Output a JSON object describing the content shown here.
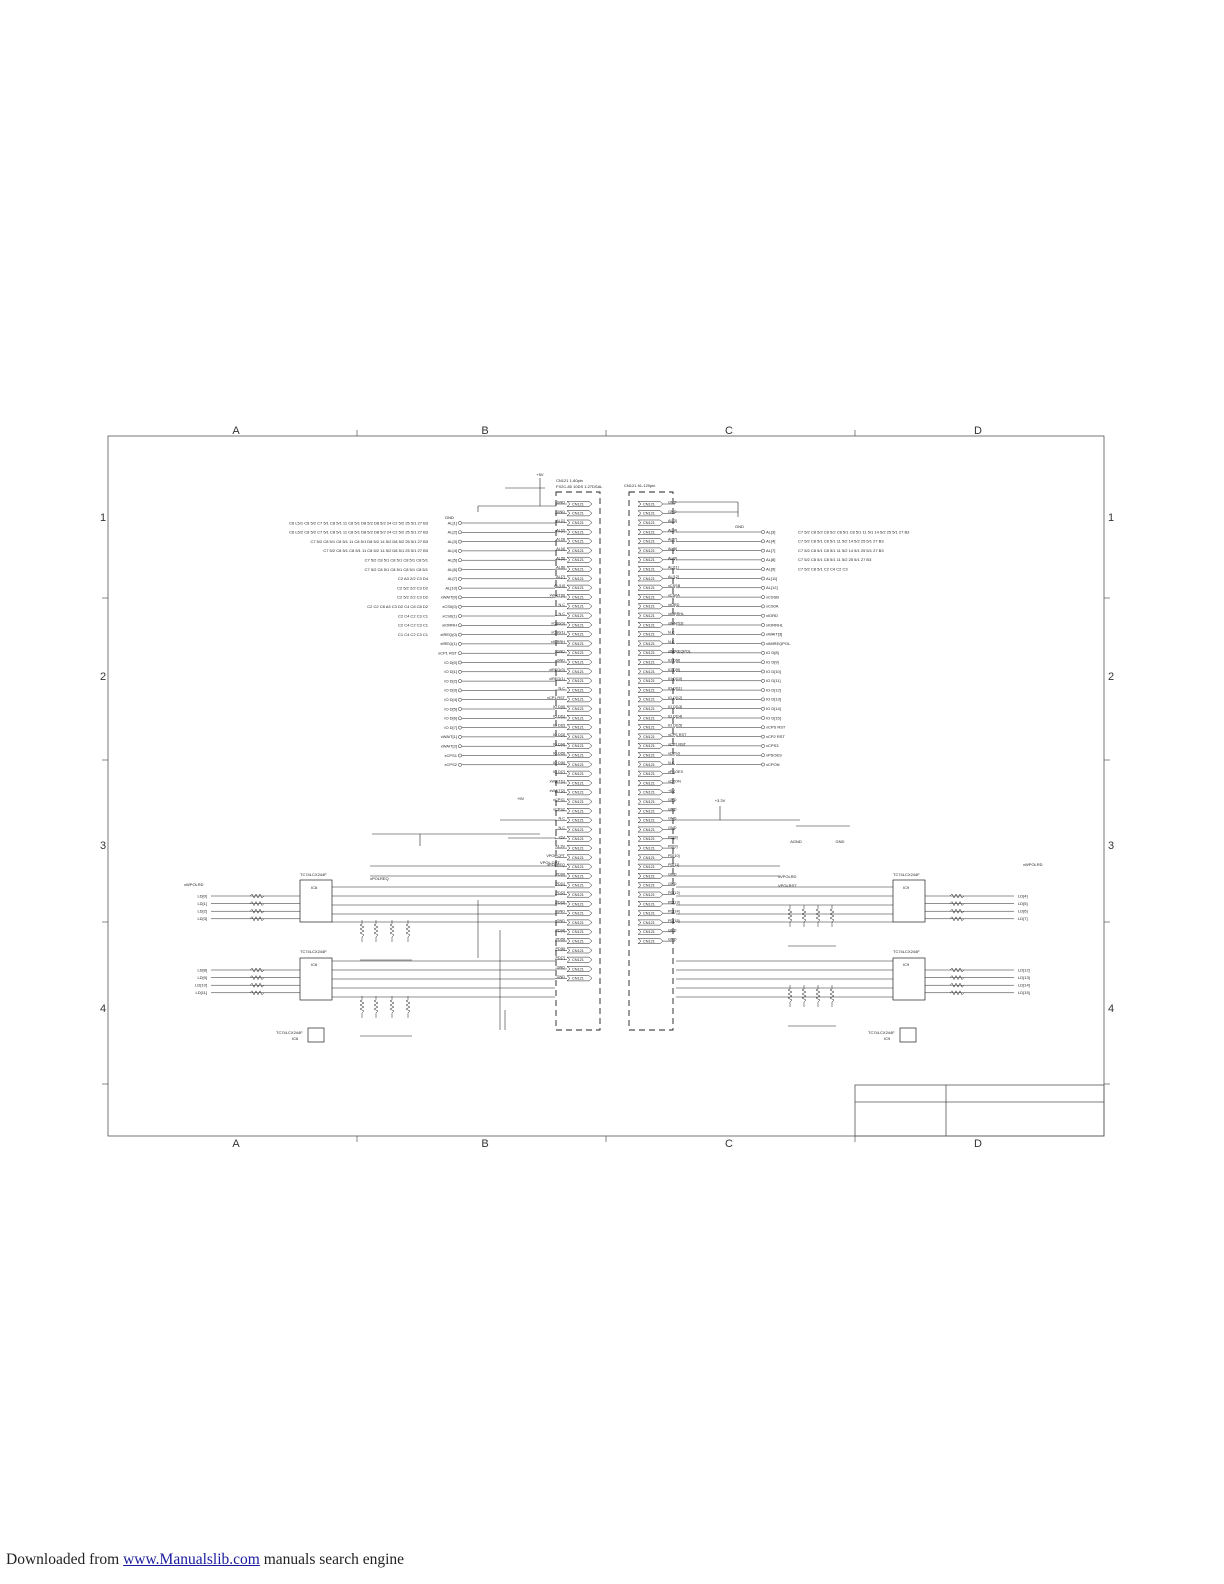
{
  "grid": {
    "columns": [
      "A",
      "B",
      "C",
      "D"
    ],
    "rows": [
      "1",
      "2",
      "3",
      "4"
    ]
  },
  "connectors": {
    "left": {
      "title": "CN121 1-60pin",
      "subtitle": "FX2C-80 10DS 1.27DSAL",
      "pin_label": "CN121",
      "pins": [
        "GND",
        "GND",
        "AL[1]",
        "AL[2]",
        "AL[3]",
        "AL[4]",
        "AL[5]",
        "AL[6]",
        "AL[7]",
        "AL[10]",
        "xWAIT[0]",
        "N.C",
        "N.C",
        "xCS0(0)",
        "xCS0(1)",
        "xIORRH",
        "GND",
        "GND",
        "xIREQ(0)",
        "xIREQ(1)",
        "N.C",
        "xCP1 RST",
        "IO D[0]",
        "IO D[1]",
        "IO D[2]",
        "IO D[3]",
        "IO D[4]",
        "IO D[5]",
        "IO D[6]",
        "IO D[7]",
        "xWAIT[1]",
        "xWAIT[2]",
        "xCPS1",
        "xCPS2",
        "N.C",
        "N.C",
        "+5V",
        "+3.3V",
        "VPOL CPT",
        "xPOLREQ",
        "PD[0]",
        "PD[1]",
        "PD[2]",
        "PD[3]",
        "GND",
        "GND",
        "PD[4]",
        "PD[5]",
        "PD[6]",
        "PD[7]",
        "GND",
        "GND"
      ]
    },
    "right": {
      "title": "CN121 61-120pin",
      "pin_label": "CN121",
      "pins": [
        "GND",
        "GND",
        "AL[3]",
        "AL[4]",
        "AL[7]",
        "AL[8]",
        "AL[9]",
        "AL[11]",
        "AL[12]",
        "xCSSB",
        "xCS0A",
        "xIORD",
        "xIORRHL",
        "xWAIT[3]",
        "N.C",
        "N.C",
        "xIMIREQPOL",
        "IO D[8]",
        "IO D[9]",
        "IO D[10]",
        "IO D[11]",
        "IO D[12]",
        "IO D[13]",
        "IO D[14]",
        "IO D[15]",
        "xCPS RST",
        "xCP2 RST",
        "xCPS3",
        "N.C",
        "xPSOES",
        "xCPON",
        "+5V",
        "GND",
        "GND",
        "GND",
        "GND",
        "PD[8]",
        "PD[9]",
        "PD[10]",
        "PD[11]",
        "GND",
        "GND",
        "PD[12]",
        "PD[13]",
        "PD[14]",
        "PD[15]",
        "GND",
        "GND"
      ]
    }
  },
  "nets_left": [
    "AL[1]",
    "AL[2]",
    "AL[3]",
    "AL[4]",
    "AL[5]",
    "AL[6]",
    "AL[7]",
    "AL[10]",
    "xWAIT[0]",
    "xCS0(0)",
    "xCS0(1)",
    "xIORRH",
    "xIREQ(0)",
    "xIREQ(1)",
    "xCP1 RST",
    "IO D[0]",
    "IO D[1]",
    "IO D[2]",
    "IO D[3]",
    "IO D[4]",
    "IO D[5]",
    "IO D[6]",
    "IO D[7]",
    "xWAIT[1]",
    "xWAIT[2]",
    "xCPS1",
    "xCPS2"
  ],
  "nets_right": [
    "AL[3]",
    "AL[4]",
    "AL[7]",
    "AL[8]",
    "AL[9]",
    "AL[11]",
    "AL[12]",
    "xCSSB",
    "xCS0A",
    "xIORD",
    "xIORRHL",
    "xWAIT[3]",
    "xIMIREQPOL",
    "IO D[8]",
    "IO D[9]",
    "IO D[10]",
    "IO D[11]",
    "IO D[12]",
    "IO D[13]",
    "IO D[14]",
    "IO D[15]",
    "xCPS RST",
    "xCP2 RST",
    "xCPS3",
    "xPSOES",
    "xCPON"
  ],
  "refs_left": [
    "C6 L5/1 C8 5/2 C7 5/1 C8 5/1 11 C8 5/1 D8 5/2 D8 5/2 24 C2 5/2 25 5/1 27 B3",
    "C6 L5/2 C8 5/2 C7 5/1 C8 5/1 11 C8 5/1 D8 5/2 D8 5/2 24 C2 5/2 25 5/1 27 B3",
    "C7 5/2 C8 5/1 C8 5/1 11 C8 5/1 D8 5/2 14 5/2 D8 5/2 25 5/1 27 B3",
    "C7 5/2 C8 5/1 C8 5/1 11 C8 5/2 14 5/2 D8 5/1 25 5/1 27 B3",
    "C7 5/2 C8 5/1 C8 5/1 C8 5/1 C8 5/1",
    "C7 5/2 C8 5/1 C8 5/1 C8 5/1 C8 5/1",
    "C2 A3 2/2 C3 D4",
    "C2 5/2 2/2 C3 D2",
    "C2 5/2 2/2 C3 D2",
    "C2 C2 C8 A3 C3 D2 C4 C8 C8 D2",
    "C2 C4 C2 C3 C1",
    "C2 C4 C2 C3 C1",
    "C1 C4 C2 C3 C1"
  ],
  "refs_right": [
    "C7 5/2 C8 5/2 C8 5/2 C8 5/1 C8 5/1 11 5/1 14 5/2 25 5/1 27 B3",
    "C7 5/2 C8 5/1 C8 5/1 11 5/2 14 5/2 25 5/1 27 B3",
    "C7 5/2 C8 5/1 C8 5/1 11 5/2 14 5/1 25 5/1 27 B3",
    "C7 5/2 C8 5/1 C8 5/1 11 5/2 25 5/1 27 B3",
    "C7 5/2 C8 5/1 C2 C4 C2 C3"
  ],
  "components": {
    "left_ic_top": {
      "ref": "IC6",
      "part": "TC74LCX244F"
    },
    "left_ic_bottom": {
      "ref": "IC6",
      "part": "TC74LCX244F"
    },
    "left_reg": {
      "ref": "IC6",
      "part": "TC74LCX244F"
    },
    "right_ic_top": {
      "ref": "IC9",
      "part": "TC74LCX244F"
    },
    "right_ic_bottom": {
      "ref": "IC9",
      "part": "TC74LCX244F"
    },
    "right_reg": {
      "ref": "IC9",
      "part": "TC74LCX244F"
    }
  },
  "io_labels_left": [
    "LD[0]",
    "LD[1]",
    "LD[2]",
    "LD[3]",
    "LD[8]",
    "LD[9]",
    "LD[10]",
    "LD[11]"
  ],
  "io_labels_right": [
    "LD[4]",
    "LD[5]",
    "LD[6]",
    "LD[7]",
    "LD[12]",
    "LD[13]",
    "LD[14]",
    "LD[15]"
  ],
  "signals": {
    "xWPOLRD_left": "xWPOLRD",
    "xWPOLRD_right": "xWPOLRD",
    "vpol_cpt": "VPOL CPT",
    "xpolreq": "xPOLREQ",
    "xvpolrd": "xVPOLRD",
    "vpolrst": "VPOLRST"
  },
  "power": {
    "gnd": "GND",
    "p5v": "+5V",
    "p3v3": "+3.3V",
    "agnd": "AGND"
  },
  "footer": {
    "prefix": "Downloaded from ",
    "link": "www.Manualslib.com",
    "suffix": "  manuals search engine"
  }
}
